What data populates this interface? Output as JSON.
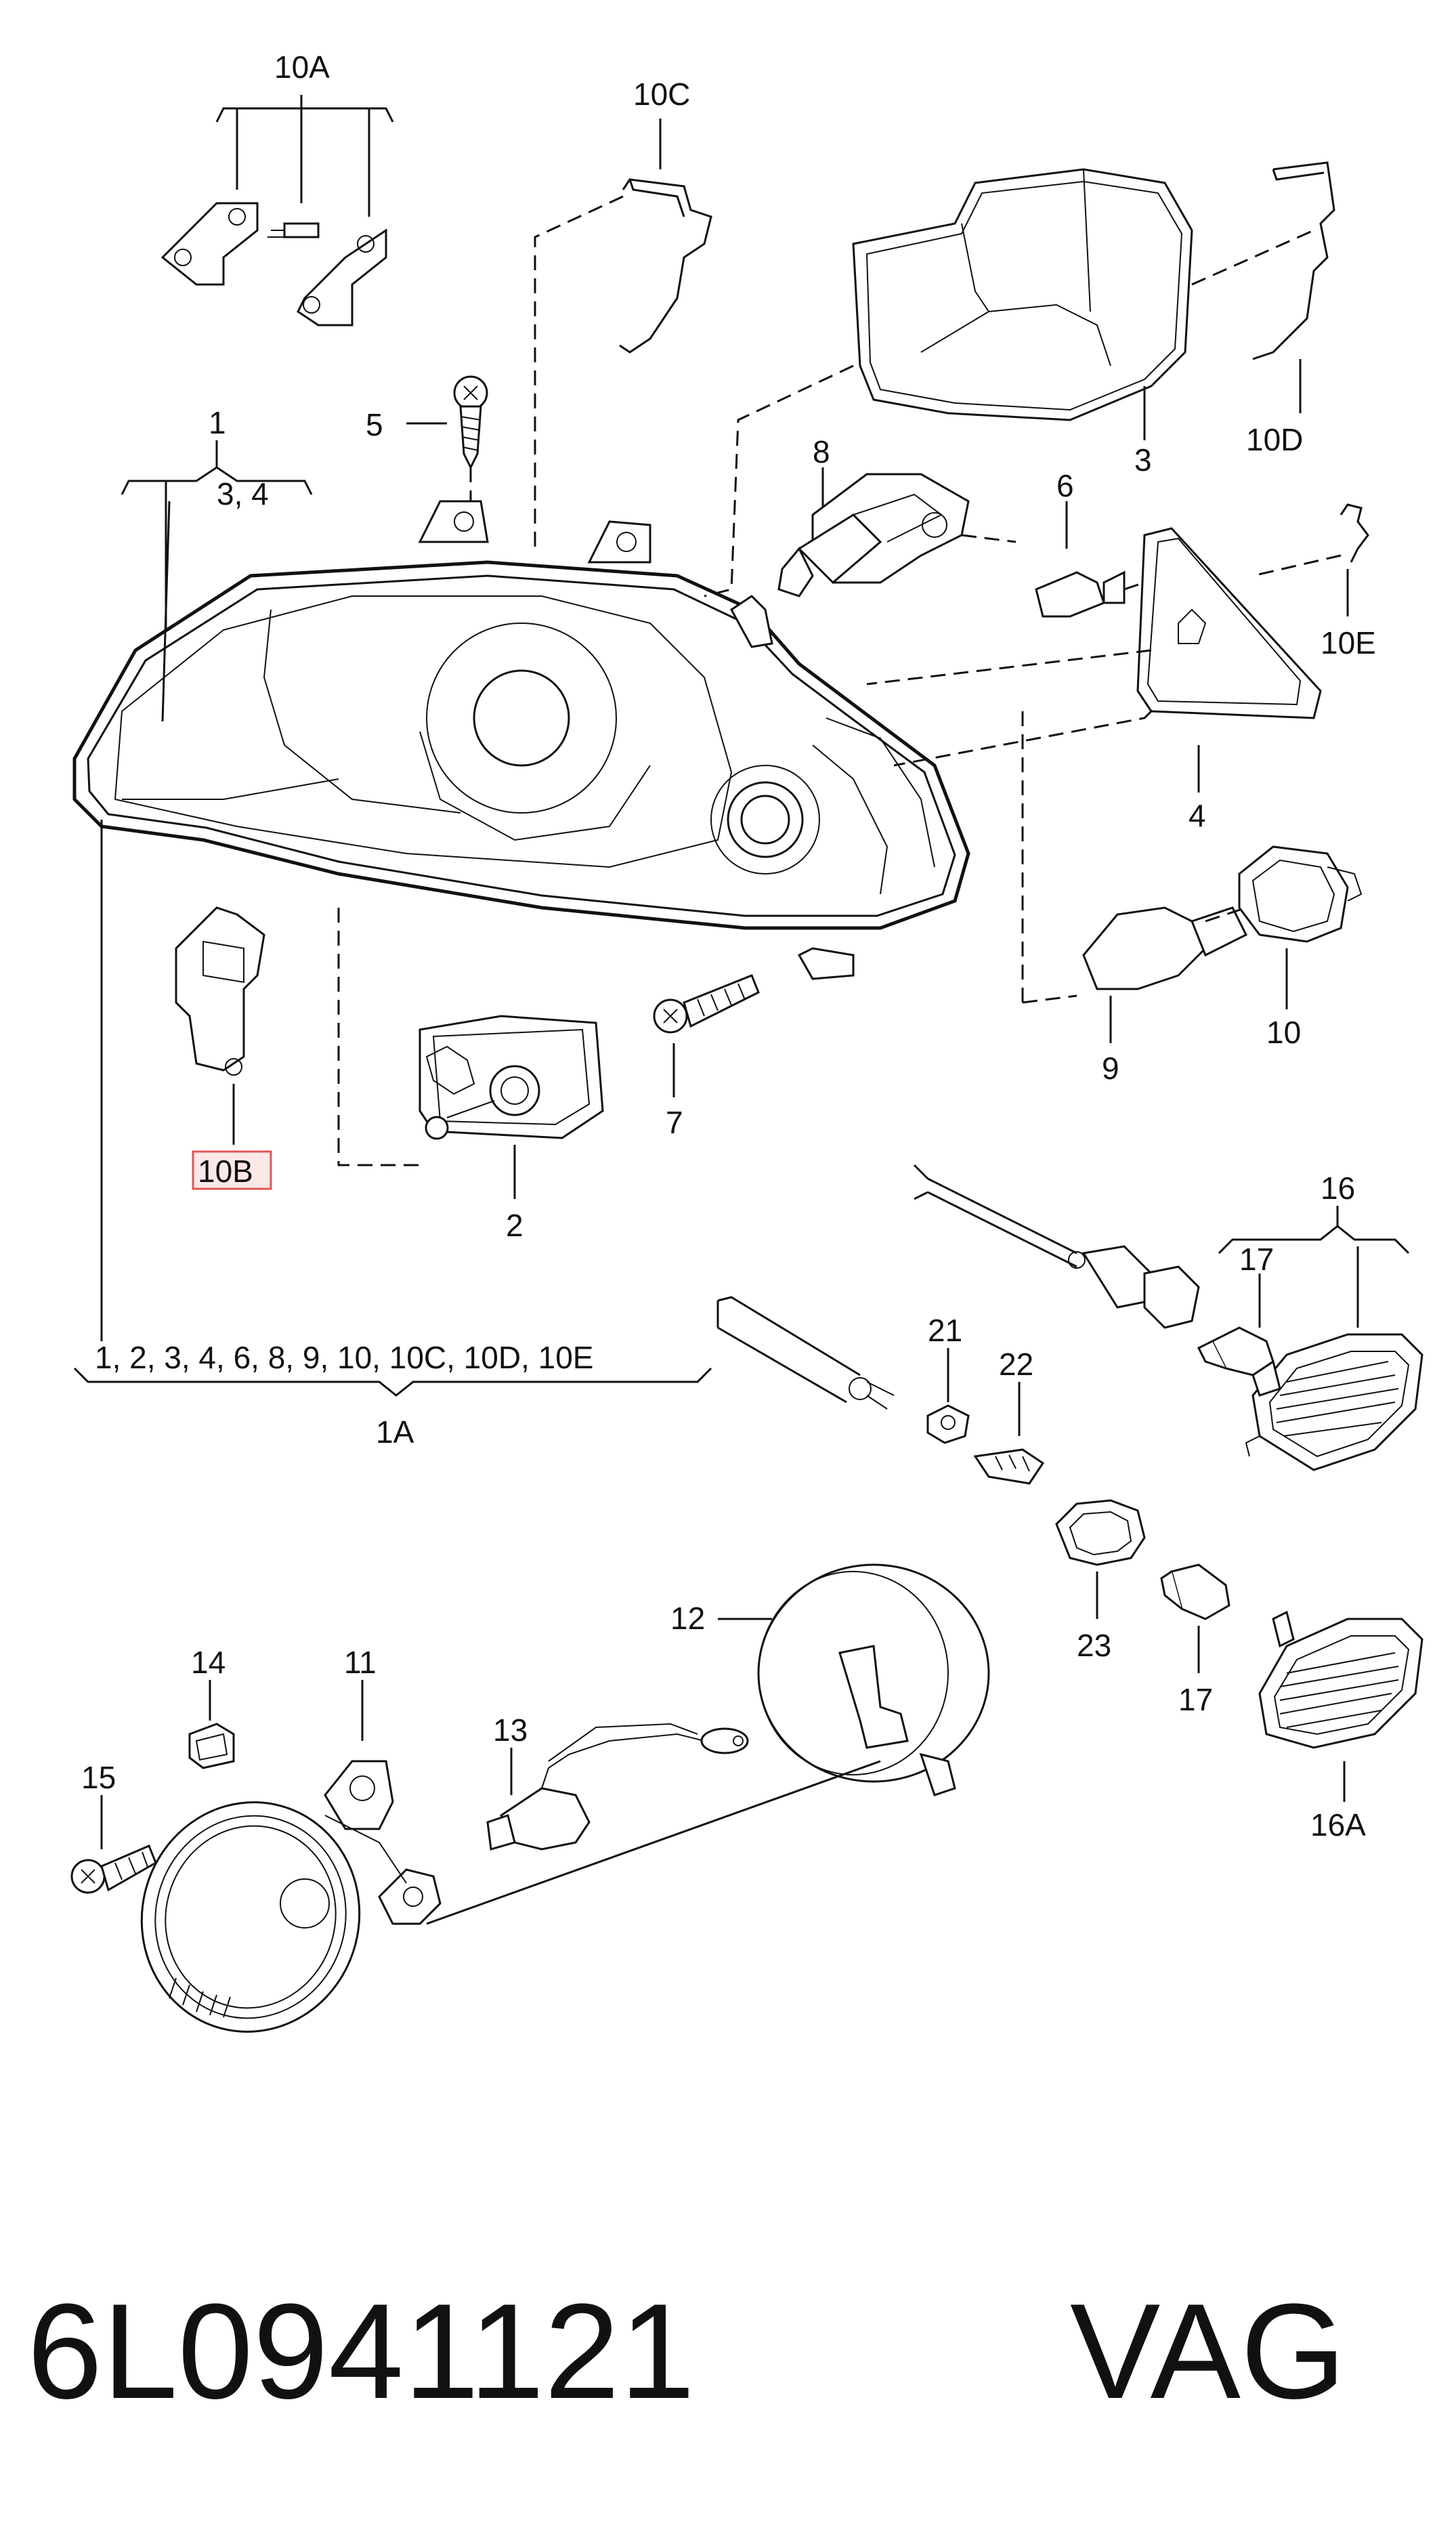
{
  "labels": {
    "l_10A": "10A",
    "l_10C": "10C",
    "l_1": "1",
    "l_3_4": "3, 4",
    "l_5": "5",
    "l_8": "8",
    "l_6": "6",
    "l_3": "3",
    "l_10D": "10D",
    "l_10E": "10E",
    "l_4": "4",
    "l_10": "10",
    "l_10B": "10B",
    "l_2": "2",
    "l_7": "7",
    "l_9": "9",
    "l_16": "16",
    "l_17a": "17",
    "l_21": "21",
    "l_22": "22",
    "l_1A_list": "1, 2, 3, 4, 6, 8, 9, 10, 10C, 10D, 10E",
    "l_1A": "1A",
    "l_23": "23",
    "l_17b": "17",
    "l_12": "12",
    "l_14": "14",
    "l_11": "11",
    "l_13": "13",
    "l_15": "15",
    "l_16A": "16A"
  },
  "footer": {
    "part_number": "6L0941121",
    "brand": "VAG"
  },
  "colors": {
    "line": "#111111",
    "highlight_box": "#e05555",
    "highlight_fill": "#fde8e8"
  }
}
